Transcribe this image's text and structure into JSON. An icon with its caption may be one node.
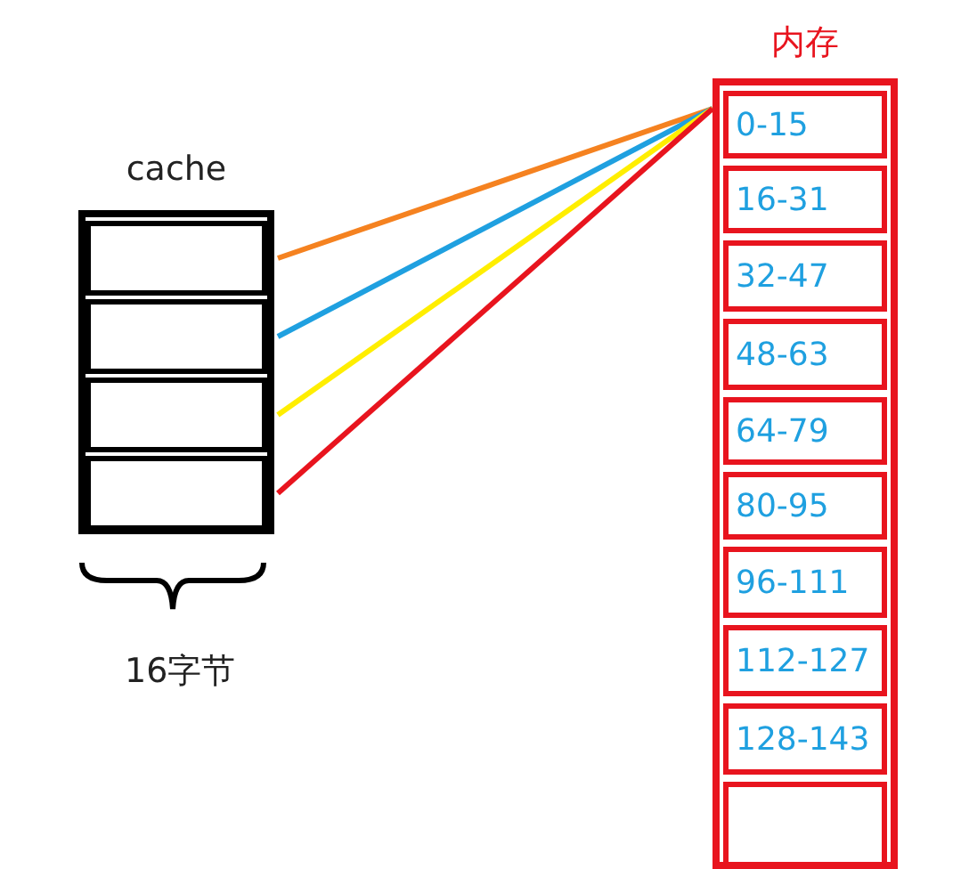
{
  "diagram": {
    "nodes": [
      {
        "text": [
          "cache"
        ]
      },
      {
        "text": [],
        "shape": "box",
        "in": 0
      },
      {
        "text": [],
        "shape": "box",
        "in": 0
      },
      {
        "text": [],
        "shape": "box",
        "in": 0
      },
      {
        "text": [],
        "shape": "box",
        "in": 0
      },
      {
        "text": [
          "内存"
        ]
      },
      {
        "text": [
          "0-15"
        ],
        "in": 5
      },
      {
        "text": [
          "16-31"
        ],
        "in": 5
      },
      {
        "text": [
          "32-47"
        ],
        "in": 5
      },
      {
        "text": [
          "48-63"
        ],
        "in": 5
      },
      {
        "text": [
          "64-79"
        ],
        "in": 5
      },
      {
        "text": [
          "80-95"
        ],
        "in": 5
      },
      {
        "text": [
          "96-111"
        ],
        "in": 5
      },
      {
        "text": [
          "112-127"
        ],
        "in": 5
      },
      {
        "text": [
          "128-143"
        ],
        "in": 5
      },
      {
        "text": [],
        "shape": "box",
        "in": 5
      }
    ],
    "edges": [
      {
        "from": 1,
        "to": 6,
        "arrow": "none",
        "color": "#f58220"
      },
      {
        "from": 2,
        "to": 6,
        "arrow": "none",
        "color": "#1fa0e0"
      },
      {
        "from": 3,
        "to": 6,
        "arrow": "none",
        "color": "#ffee00"
      },
      {
        "from": 4,
        "to": 6,
        "arrow": "none",
        "color": "#e8141e"
      }
    ],
    "labels": [
      "16字节"
    ]
  }
}
